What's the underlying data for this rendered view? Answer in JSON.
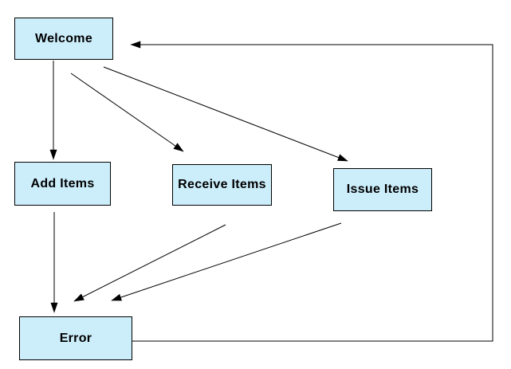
{
  "diagram": {
    "colors": {
      "background": "#ffffff",
      "node_fill": "#cceefb",
      "node_border": "#000000",
      "arrow": "#000000"
    },
    "nodes": {
      "welcome": {
        "label": "Welcome"
      },
      "add_items": {
        "label": "Add Items"
      },
      "receive_items": {
        "label": "Receive Items"
      },
      "issue_items": {
        "label": "Issue Items"
      },
      "error": {
        "label": "Error"
      }
    },
    "edges": [
      {
        "from": "Welcome",
        "to": "Add Items"
      },
      {
        "from": "Welcome",
        "to": "Receive Items"
      },
      {
        "from": "Welcome",
        "to": "Issue Items"
      },
      {
        "from": "Add Items",
        "to": "Error"
      },
      {
        "from": "Receive Items",
        "to": "Error"
      },
      {
        "from": "Issue Items",
        "to": "Error"
      },
      {
        "from": "Error",
        "to": "Welcome"
      }
    ]
  }
}
